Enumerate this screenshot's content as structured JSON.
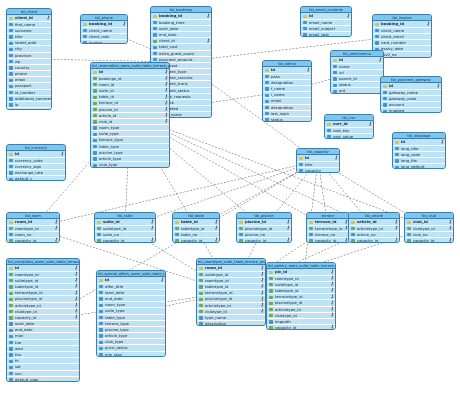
{
  "tables": [
    {
      "id": "tbl_client",
      "title": "tbl_client",
      "columns": [
        {
          "name": "client_id",
          "key": "pk"
        },
        {
          "name": "first_name"
        },
        {
          "name": "surname"
        },
        {
          "name": "title"
        },
        {
          "name": "street_addr"
        },
        {
          "name": "city"
        },
        {
          "name": "province"
        },
        {
          "name": "zip"
        },
        {
          "name": "country"
        },
        {
          "name": "phone"
        },
        {
          "name": "email"
        },
        {
          "name": "passport"
        },
        {
          "name": "id_number"
        },
        {
          "name": "additional_comments"
        },
        {
          "name": "ip"
        },
        {
          "name": "booking_count"
        }
      ]
    },
    {
      "id": "tbl_phone",
      "title": "tbl_phone",
      "columns": [
        {
          "name": "booking_id",
          "key": "pk"
        },
        {
          "name": "client_name"
        },
        {
          "name": "client_mail"
        },
        {
          "name": "invoice"
        }
      ]
    },
    {
      "id": "tbl_bookings",
      "title": "tbl_bookings",
      "columns": [
        {
          "name": "booking_id",
          "key": "pk"
        },
        {
          "name": "booking_time"
        },
        {
          "name": "start_date"
        },
        {
          "name": "end_date"
        },
        {
          "name": "client_id",
          "key": "fk"
        },
        {
          "name": "total_cost"
        },
        {
          "name": "extra_guest_count"
        },
        {
          "name": "payment_amount"
        },
        {
          "name": "total_cost"
        },
        {
          "name": "payment_type"
        },
        {
          "name": "payment_success"
        },
        {
          "name": "payment_trans"
        },
        {
          "name": "payment_status"
        },
        {
          "name": "special_requests"
        },
        {
          "name": "is_block"
        },
        {
          "name": "is_deleted"
        },
        {
          "name": "block_name"
        }
      ]
    },
    {
      "id": "tbl_email_contents",
      "title": "tbl_email_contents",
      "columns": [
        {
          "name": "id",
          "key": "pk"
        },
        {
          "name": "email_name"
        },
        {
          "name": "email_subject"
        },
        {
          "name": "email_text"
        }
      ]
    },
    {
      "id": "tbl_invoice",
      "title": "tbl_invoice",
      "columns": [
        {
          "name": "booking_id",
          "key": "pk"
        },
        {
          "name": "client_name"
        },
        {
          "name": "client_email"
        },
        {
          "name": "card_number"
        },
        {
          "name": "expiry_date"
        },
        {
          "name": "cvv2_no"
        }
      ]
    },
    {
      "id": "tbl_reservation",
      "title": "tbl_reservation_room_suite_table_terrace_piscine_article_club",
      "columns": [
        {
          "name": "id",
          "key": "pk"
        },
        {
          "name": "bookings_id",
          "key": "fk"
        },
        {
          "name": "room_id",
          "key": "fk"
        },
        {
          "name": "suite_id",
          "key": "fk"
        },
        {
          "name": "table_id",
          "key": "fk"
        },
        {
          "name": "terrace_id",
          "key": "fk"
        },
        {
          "name": "piscine_id",
          "key": "fk"
        },
        {
          "name": "article_id",
          "key": "fk"
        },
        {
          "name": "club_id",
          "key": "fk"
        },
        {
          "name": "room_type"
        },
        {
          "name": "suite_type"
        },
        {
          "name": "terrace_type"
        },
        {
          "name": "table_type"
        },
        {
          "name": "piscine_type"
        },
        {
          "name": "article_type"
        },
        {
          "name": "club_type"
        }
      ]
    },
    {
      "id": "tbl_admin",
      "title": "tbl_admin",
      "columns": [
        {
          "name": "id",
          "key": "pk"
        },
        {
          "name": "pass"
        },
        {
          "name": "designation"
        },
        {
          "name": "f_name"
        },
        {
          "name": "l_name"
        },
        {
          "name": "email"
        },
        {
          "name": "designation"
        },
        {
          "name": "last_login"
        },
        {
          "name": "status"
        }
      ]
    },
    {
      "id": "tbl_adminmenu",
      "title": "tbl_adminmenu",
      "columns": [
        {
          "name": "id",
          "key": "pk"
        },
        {
          "name": "name"
        },
        {
          "name": "url"
        },
        {
          "name": "parent_id"
        },
        {
          "name": "status"
        },
        {
          "name": "ord"
        }
      ]
    },
    {
      "id": "tbl_payment_gateway",
      "title": "tbl_payment_gateway",
      "columns": [
        {
          "name": "id",
          "key": "pk"
        },
        {
          "name": "gateway_name"
        },
        {
          "name": "gateway_code"
        },
        {
          "name": "account"
        },
        {
          "name": "enabled"
        }
      ]
    },
    {
      "id": "tbl_curr",
      "title": "tbl_curr",
      "columns": [
        {
          "name": "curr_id",
          "key": "pk"
        },
        {
          "name": "cost_key"
        },
        {
          "name": "cost_value"
        }
      ]
    },
    {
      "id": "tbl_language",
      "title": "tbl_language",
      "columns": [
        {
          "name": "id",
          "key": "pk"
        },
        {
          "name": "lang_title"
        },
        {
          "name": "lang_code"
        },
        {
          "name": "lang_file"
        },
        {
          "name": "lang_default"
        }
      ]
    },
    {
      "id": "tbl_currency",
      "title": "tbl_currency",
      "columns": [
        {
          "name": "id",
          "key": "pk"
        },
        {
          "name": "currency_code"
        },
        {
          "name": "currency_sign"
        },
        {
          "name": "exchange_rate"
        },
        {
          "name": "default_c"
        }
      ]
    },
    {
      "id": "tbl_capacity",
      "title": "tbl_capacity",
      "columns": [
        {
          "name": "id",
          "key": "pk"
        },
        {
          "name": "title"
        },
        {
          "name": "capacity"
        }
      ]
    },
    {
      "id": "tbl_room",
      "title": "tbl_room",
      "columns": [
        {
          "name": "room_id",
          "key": "pk"
        },
        {
          "name": "roomtype_id",
          "key": "fk"
        },
        {
          "name": "room_no"
        },
        {
          "name": "capacity_id",
          "key": "fk"
        }
      ]
    },
    {
      "id": "tbl_suite",
      "title": "tbl_suite",
      "columns": [
        {
          "name": "suite_id",
          "key": "pk"
        },
        {
          "name": "suitetype_id",
          "key": "fk"
        },
        {
          "name": "suite_no"
        },
        {
          "name": "capacity_id",
          "key": "fk"
        }
      ]
    },
    {
      "id": "tbl_table",
      "title": "tbl_table",
      "columns": [
        {
          "name": "table_id",
          "key": "pk"
        },
        {
          "name": "tabletype_id",
          "key": "fk"
        },
        {
          "name": "table_no"
        },
        {
          "name": "capacity_id",
          "key": "fk"
        }
      ]
    },
    {
      "id": "tbl_piscine",
      "title": "tbl_piscine",
      "columns": [
        {
          "name": "piscine_id",
          "key": "pk"
        },
        {
          "name": "piscinetype_id",
          "key": "fk"
        },
        {
          "name": "piscine_no"
        },
        {
          "name": "capacity_id",
          "key": "fk"
        }
      ]
    },
    {
      "id": "tbl_terrace",
      "title": "terrace",
      "columns": [
        {
          "name": "terrace_id",
          "key": "pk"
        },
        {
          "name": "terracetype_id",
          "key": "fk"
        },
        {
          "name": "terrace_no"
        },
        {
          "name": "capacity_id",
          "key": "fk"
        }
      ]
    },
    {
      "id": "tbl_article",
      "title": "tbl_article",
      "columns": [
        {
          "name": "article_id",
          "key": "pk"
        },
        {
          "name": "articletype_id",
          "key": "fk"
        },
        {
          "name": "article_no"
        },
        {
          "name": "capacity_id",
          "key": "fk"
        }
      ]
    },
    {
      "id": "tbl_club",
      "title": "tbl_club",
      "columns": [
        {
          "name": "club_id",
          "key": "pk"
        },
        {
          "name": "clubtype_id",
          "key": "fk"
        },
        {
          "name": "club_no"
        },
        {
          "name": "capacity_id",
          "key": "fk"
        }
      ]
    },
    {
      "id": "tbl_priceplans",
      "title": "tbl_priceplans_room_suite_table_terrace_piscine_article_club",
      "columns": [
        {
          "name": "id",
          "key": "pk"
        },
        {
          "name": "roomtype_id",
          "key": "fk"
        },
        {
          "name": "suitetype_id",
          "key": "fk"
        },
        {
          "name": "tabletype_id",
          "key": "fk"
        },
        {
          "name": "terracetype_id",
          "key": "fk"
        },
        {
          "name": "piscinetype_id",
          "key": "fk"
        },
        {
          "name": "articletype_id",
          "key": "fk"
        },
        {
          "name": "clubtype_id",
          "key": "fk"
        },
        {
          "name": "capacity_id",
          "key": "fk"
        },
        {
          "name": "start_date"
        },
        {
          "name": "end_date"
        },
        {
          "name": "mon"
        },
        {
          "name": "tue"
        },
        {
          "name": "wed"
        },
        {
          "name": "thu"
        },
        {
          "name": "fri"
        },
        {
          "name": "sat"
        },
        {
          "name": "sun"
        },
        {
          "name": "default_plan"
        }
      ]
    },
    {
      "id": "tbl_special_offers",
      "title": "tbl_special_offers_room_suite_table_terrace_piscine_article_club",
      "columns": [
        {
          "name": "id",
          "key": "pk"
        },
        {
          "name": "offer_title"
        },
        {
          "name": "start_date"
        },
        {
          "name": "end_date"
        },
        {
          "name": "room_type"
        },
        {
          "name": "suite_type"
        },
        {
          "name": "table_type"
        },
        {
          "name": "terrace_type"
        },
        {
          "name": "piscine_type"
        },
        {
          "name": "article_type"
        },
        {
          "name": "club_type"
        },
        {
          "name": "price_deduc"
        },
        {
          "name": "min_stay"
        }
      ]
    },
    {
      "id": "tbl_roomtype",
      "title": "tbl_roomtype_suite_table_terrace_piscine_article_club",
      "columns": [
        {
          "name": "room_id",
          "key": "pk"
        },
        {
          "name": "suitetype_id",
          "key": "fk"
        },
        {
          "name": "roomtype_id",
          "key": "fk"
        },
        {
          "name": "tabletype_id",
          "key": "fk"
        },
        {
          "name": "terracetype_id",
          "key": "fk"
        },
        {
          "name": "piscinetype_id",
          "key": "fk"
        },
        {
          "name": "articletype_id",
          "key": "fk"
        },
        {
          "name": "clubtype_id",
          "key": "fk"
        },
        {
          "name": "type_name"
        },
        {
          "name": "description"
        }
      ]
    },
    {
      "id": "tbl_gallery",
      "title": "tbl_gallery_room_suite_table_terrace_piscine_article_club",
      "columns": [
        {
          "name": "pic_id",
          "key": "pk"
        },
        {
          "name": "roomtype_id",
          "key": "fk"
        },
        {
          "name": "suitetype_id",
          "key": "fk"
        },
        {
          "name": "tabletype_id",
          "key": "fk"
        },
        {
          "name": "terracetype_id",
          "key": "fk"
        },
        {
          "name": "piscinetype_id",
          "key": "fk"
        },
        {
          "name": "articletype_id",
          "key": "fk"
        },
        {
          "name": "clubtype_id",
          "key": "fk"
        },
        {
          "name": "imgpath"
        },
        {
          "name": "capacity_id",
          "key": "fk"
        }
      ]
    }
  ],
  "colors": {
    "header": "#7fc6ee",
    "body": "#bfe3f6",
    "border": "#3b7fb0",
    "relation": "#444444"
  }
}
